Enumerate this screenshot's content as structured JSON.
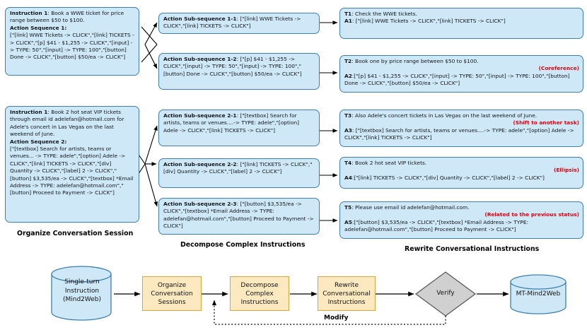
{
  "columns": {
    "left_caption": "Organize Conversation Session",
    "middle_caption": "Decompose Complex Instructions",
    "right_caption": "Rewrite Conversational Instructions"
  },
  "left_column": {
    "cards": [
      {
        "instruction_label": "Instruction 1",
        "instruction_text": ": Book a WWE ticket for price range between $50 to $100.",
        "sequence_label": "Action Sequence 1:",
        "sequence_text": "[\"[link]  WWE Tickets -> CLICK\",\"[link] TICKETS -> CLICK\",\"[p]  $41 - $1,255 -> CLICK\",\"[input]  -> TYPE: 50\",\"[input]  -> TYPE: 100\",\"[button]  Done -> CLICK\",\"[button]  $50/ea -> CLICK\"]"
      },
      {
        "instruction_label": "Instruction 1",
        "instruction_text": ": Book 2 hot seat VIP tickets through email id adelefan@hotmail.com for Adele's concert in Las Vegas on the last weekend of June.",
        "sequence_label": "Action Sequence 2:",
        "sequence_text": "[\"[textbox]  Search for artists, teams or venues... -> TYPE: adele\",\"[option]  Adele -> CLICK\",\"[link]  TICKETS -> CLICK\",\"[div]  Quantity -> CLICK\",\"[label]  2 -> CLICK\",\"[button]  $3,535/ea -> CLICK\",\"[textbox]  *Email Address -> TYPE: adelefan@hotmail.com\",\"[button]  Proceed to Payment -> CLICK\"]"
      }
    ]
  },
  "middle_column": {
    "cards": [
      {
        "label": "Action Sub-sequence 1-1",
        "text": ": [\"[link]  WWE Tickets -> CLICK\",\"[link]  TICKETS -> CLICK\"]"
      },
      {
        "label": "Action Sub-sequence 1-2",
        "text": ": [\"[p]  $41 - $1,255 -> CLICK\",\"[input]  -> TYPE: 50\",\"[input]  -> TYPE: 100\",\"[button]  Done -> CLICK\",\"[button]  $50/ea -> CLICK\"]"
      },
      {
        "label": "Action Sub-sequence 2-1",
        "text": ": [\"[textbox]  Search for artists, teams or venues....-> TYPE: adele\",\"[option]  Adele -> CLICK\",\"[link]  TICKETS -> CLICK\"]"
      },
      {
        "label": "Action Sub-sequence 2-2",
        "text": ": [\"[link]  TICKETS -> CLICK\",\"[div]  Quantity -> CLICK\",\"[label]  2 -> CLICK\"]"
      },
      {
        "label": "Action Sub-sequence 2-3",
        "text": ": [\"[button]  $3,535/ea -> CLICK\",\"[textbox]  *Email Address -> TYPE: adelefan@hotmail.com\",\"[button]  Proceed to Payment -> CLICK\"]"
      }
    ]
  },
  "right_column": {
    "cards": [
      {
        "turn_label": "T1",
        "turn_text": ": Check the WWE tickets.",
        "annotation": "",
        "action_label": "A1",
        "action_text": ": [\"[link]  WWE Tickets -> CLICK\",\"[link]  TICKETS -> CLICK\"]"
      },
      {
        "turn_label": "T2",
        "turn_text": ": Book one by price range between $50 to $100.",
        "annotation": "(Coreference)",
        "action_label": "A2",
        "action_text": ":[\"[p]  $41 - $1,255 -> CLICK\",\"[input]  -> TYPE: 50\",\"[input]  -> TYPE: 100\",\"[button]  Done -> CLICK\",\"[button]  $50/ea -> CLICK\"]"
      },
      {
        "turn_label": "T3",
        "turn_text": ": Also Adele's concert tickets in Las Vegas on the last weekend of June.",
        "annotation": "(Shift to another task)",
        "action_label": "A3",
        "action_text": ": [\"[textbox]  Search for artists, teams or venues....-> TYPE: adele\",\"[option]  Adele -> CLICK\",\"[link]  TICKETS -> CLICK\"]"
      },
      {
        "turn_label": "T4",
        "turn_text": ": Book 2 hot seat VIP tickets.",
        "annotation": "(Ellipsis)",
        "action_label": "A4",
        "action_text": ":[\"[link]  TICKETS -> CLICK\",\"[div]  Quantity -> CLICK\",\"[label]  2 -> CLICK\"]"
      },
      {
        "turn_label": "T5",
        "turn_text": ": Please use email id adelefan@hotmail.com.",
        "annotation": "(Related to the previous status)",
        "action_label": "A5",
        "action_text": ":[\"[button]  $3,535/ea -> CLICK\",\"[textbox]  *Email Address -> TYPE: adelefan@hotmail.com\",\"[button]  Proceed to Payment -> CLICK\"]"
      }
    ]
  },
  "pipeline": {
    "source_db": [
      "Single-turn",
      "Instruction",
      "(Mind2Web)"
    ],
    "steps": [
      [
        "Organize",
        "Conversation",
        "Sessions"
      ],
      [
        "Decompose",
        "Complex",
        "Instructions"
      ],
      [
        "Rewrite",
        "Conversational",
        "Instructions"
      ]
    ],
    "decision": "Verify",
    "feedback_label": "Modify",
    "target_db": "MT-Mind2Web"
  },
  "colors": {
    "card_fill": "#cfe8f7",
    "card_stroke": "#3c7fb1",
    "process_fill": "#fde9c0",
    "process_stroke": "#e2a33c",
    "annotation": "#e8000d",
    "decision_fill": "#d0d0d0",
    "decision_stroke": "#5a5a5a",
    "cylinder_fill": "#cfe8f7"
  }
}
